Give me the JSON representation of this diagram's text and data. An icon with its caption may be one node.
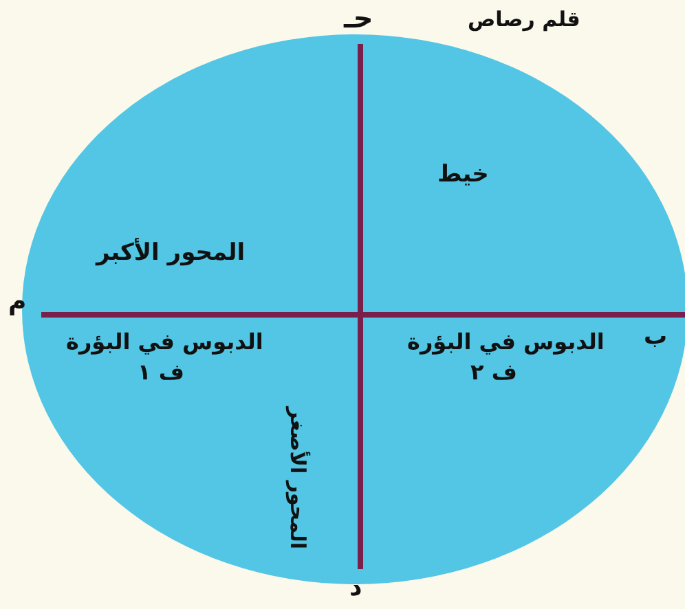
{
  "diagram": {
    "labels": [
      "حـ",
      "قلم رصاص",
      "خيط",
      "المحور الأكبر",
      "م",
      "ب",
      "الدبوس في البؤرة",
      "ف ٢",
      "الدبوس في البؤرة",
      "ف ١",
      "المحور الأصغر",
      "د"
    ]
  }
}
